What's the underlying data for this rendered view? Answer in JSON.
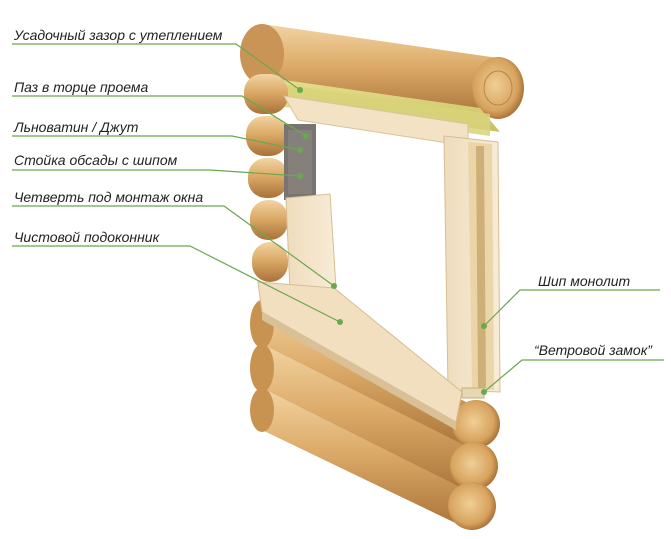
{
  "labels": {
    "shrink_gap": "Усадочный зазор с утеплением",
    "opening_groove": "Паз в торце проема",
    "flax_jute": "Льноватин / Джут",
    "casing_post": "Стойка обсады с шипом",
    "window_rebate": "Четверть под монтаж окна",
    "finish_sill": "Чистовой подоконник",
    "monolith_tenon": "Шип монолит",
    "wind_lock": "“Ветровой замок”"
  },
  "colors": {
    "leader_line": "#6aa84f",
    "marker_dot": "#6aa84f",
    "log_light": "#e7bf86",
    "log_dark": "#a97238",
    "insulation": "#d8d27a",
    "casing_wood": "#f3e2c4"
  }
}
